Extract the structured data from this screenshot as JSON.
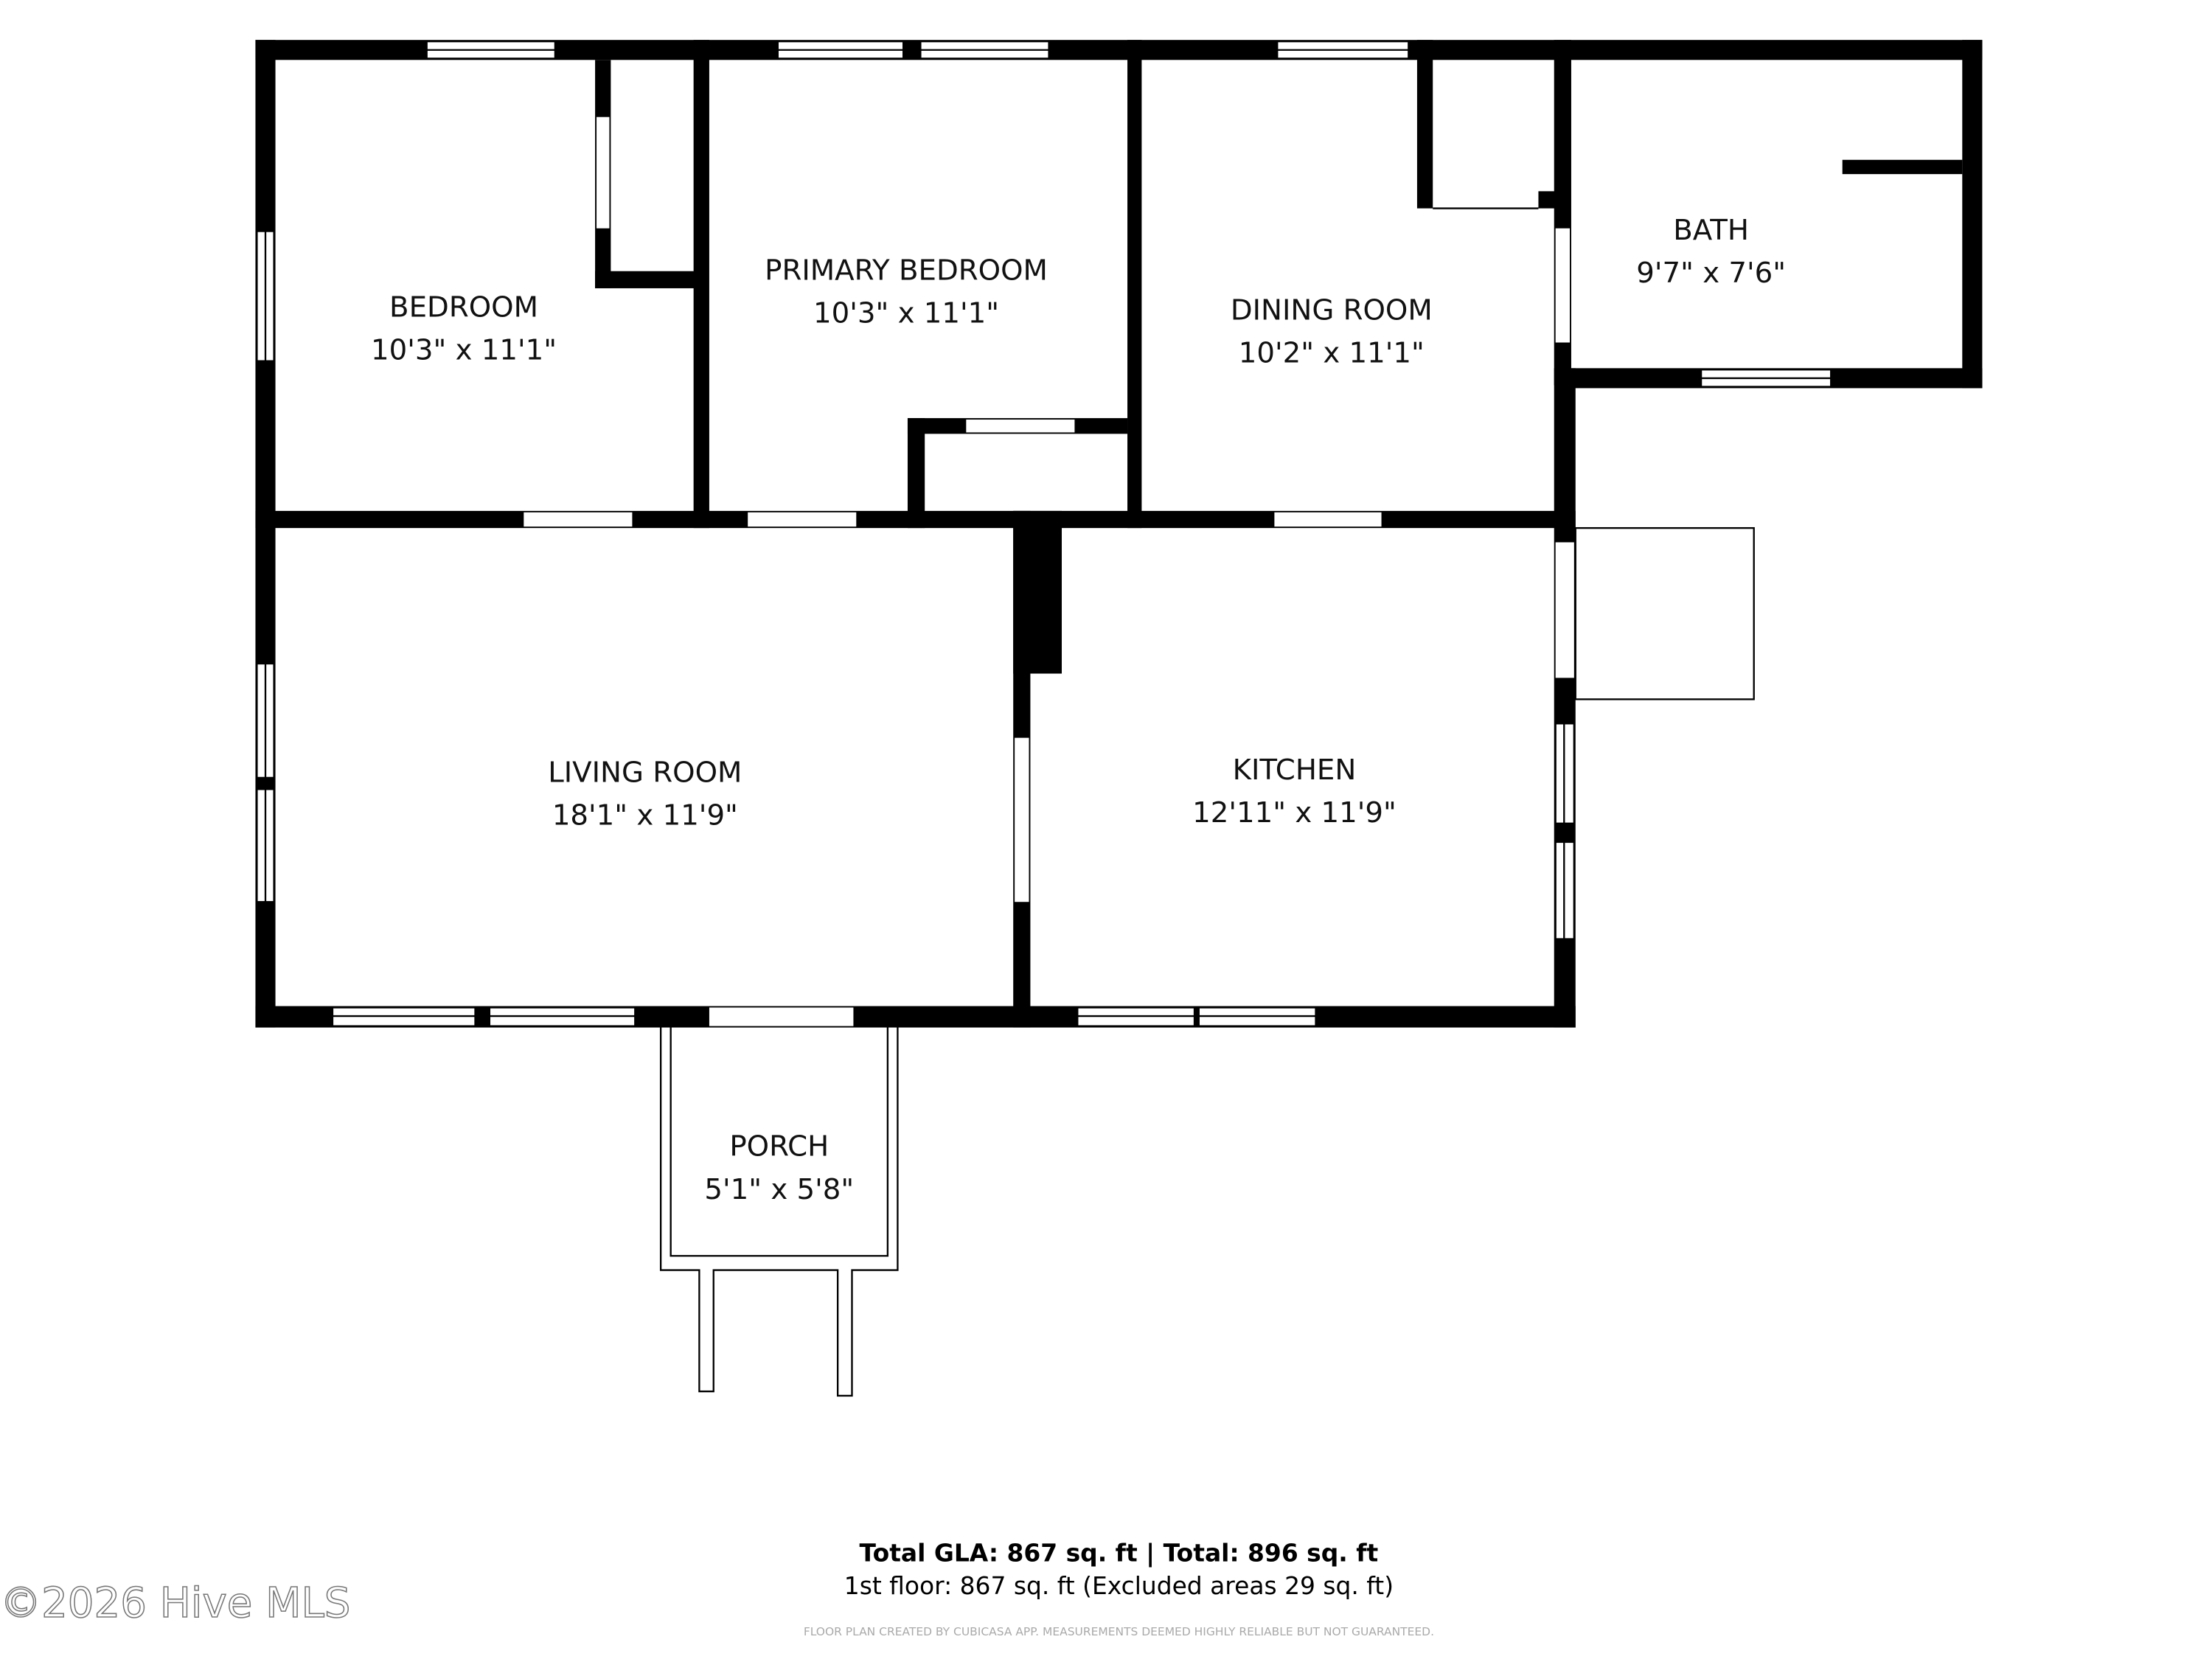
{
  "rooms": [
    {
      "name": "BEDROOM",
      "size": "10'3\" x 11'1\""
    },
    {
      "name": "PRIMARY BEDROOM",
      "size": "10'3\" x 11'1\""
    },
    {
      "name": "DINING ROOM",
      "size": "10'2\" x 11'1\""
    },
    {
      "name": "BATH",
      "size": "9'7\" x 7'6\""
    },
    {
      "name": "LIVING ROOM",
      "size": "18'1\" x 11'9\""
    },
    {
      "name": "KITCHEN",
      "size": "12'11\" x 11'9\""
    },
    {
      "name": "PORCH",
      "size": "5'1\" x 5'8\""
    }
  ],
  "summary": {
    "total": "Total GLA: 867 sq. ft | Total: 896 sq. ft",
    "floor": "1st floor: 867 sq. ft (Excluded areas 29 sq. ft)",
    "disclaimer": "FLOOR PLAN CREATED BY CUBICASA APP. MEASUREMENTS DEEMED HIGHLY RELIABLE BUT NOT GUARANTEED."
  },
  "watermark": "©2026 Hive MLS"
}
